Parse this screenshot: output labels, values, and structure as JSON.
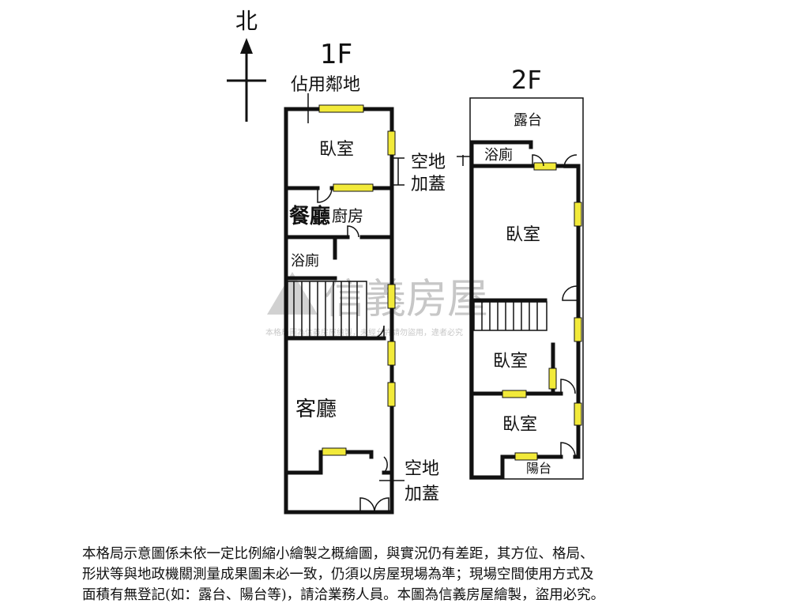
{
  "compass": {
    "north_label": "北"
  },
  "floor1": {
    "title": "1F",
    "encroach_label": "佔用鄰地",
    "bedroom": "臥室",
    "dining": "餐廳",
    "kitchen": "廚房",
    "bathroom": "浴廁",
    "living": "客廳",
    "open_space_top": [
      "空地",
      "加蓋"
    ],
    "open_space_bottom": [
      "空地",
      "加蓋"
    ]
  },
  "floor2": {
    "title": "2F",
    "terrace": "露台",
    "bathroom": "浴廁",
    "bedroom_main": "臥室",
    "bedroom_mid": "臥室",
    "bedroom_low": "臥室",
    "balcony": "陽台"
  },
  "watermark": {
    "brand": "信義房屋",
    "notice": "本格局圖為信義房屋繪製，未經允許請勿盜用，違者必究"
  },
  "disclaimer": {
    "lines": [
      "本格局示意圖係未依一定比例縮小繪製之概繪圖，與實況仍有差距，其方位、格局、",
      "形狀等與地政機關測量成果圖未必一致，仍須以房屋現場為準；現場空間使用方式及",
      "面積有無登記(如：露台、陽台等)，請洽業務人員。本圖為信義房屋繪製，盜用必究。"
    ]
  },
  "colors": {
    "window": "#f2ea3a",
    "wall": "#111111",
    "watermark": "#9a9a9a"
  }
}
